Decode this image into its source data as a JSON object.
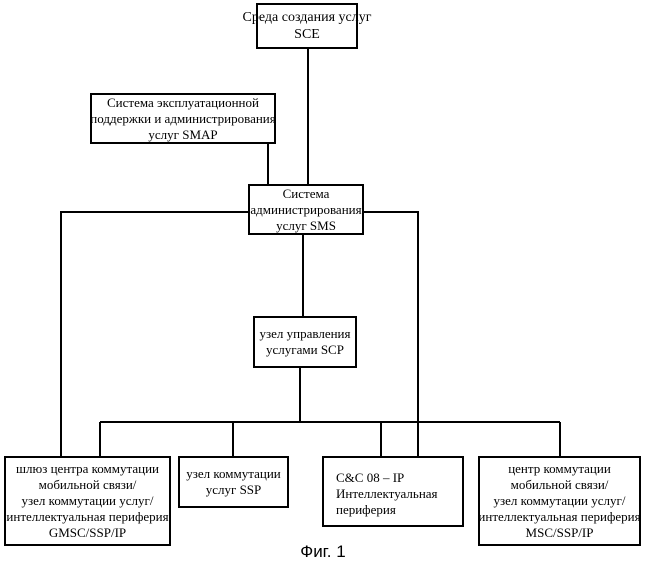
{
  "nodes": {
    "sce": {
      "lines": [
        "Среда создания услуг",
        "SCE"
      ]
    },
    "smap": {
      "lines": [
        "Система эксплуатационной",
        "поддержки и администрирования",
        "услуг SMAP"
      ]
    },
    "sms": {
      "lines": [
        "Система",
        "администрирования",
        "услуг SMS"
      ]
    },
    "scp": {
      "lines": [
        "узел управления",
        "услугами SCP"
      ]
    },
    "gmsc": {
      "lines": [
        "шлюз центра коммутации",
        "мобильной связи/",
        "узел коммутации услуг/",
        "интеллектуальная периферия",
        "GMSC/SSP/IP"
      ]
    },
    "ssp": {
      "lines": [
        "узел коммутации",
        "услуг SSP"
      ]
    },
    "ip": {
      "lines": [
        "C&C 08 – IP",
        "Интеллектуальная",
        "периферия"
      ]
    },
    "msc": {
      "lines": [
        "центр коммутации",
        "мобильной связи/",
        "узел коммутации услуг/",
        "интеллектуальная периферия",
        "MSC/SSP/IP"
      ]
    }
  },
  "caption": "Фиг. 1"
}
